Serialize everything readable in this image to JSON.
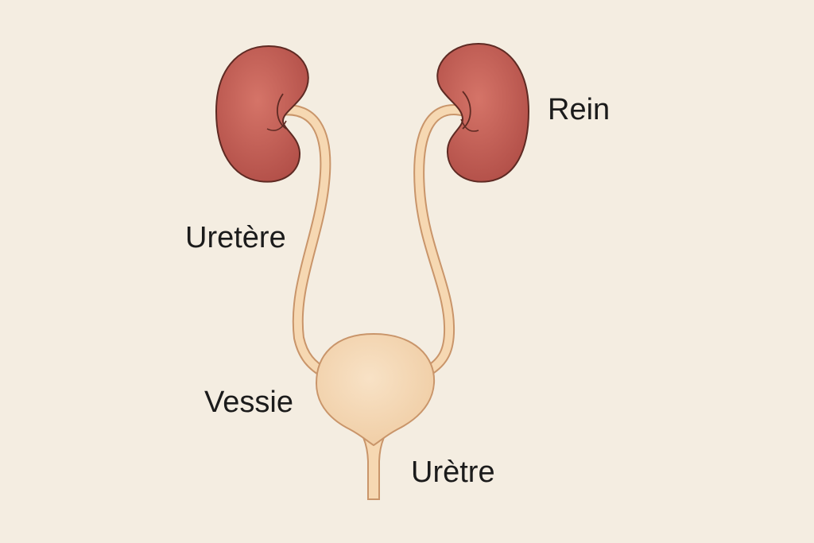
{
  "labels": {
    "kidney": "Rein",
    "ureter": "Uretère",
    "bladder": "Vessie",
    "urethra": "Urètre"
  },
  "colors": {
    "background": "#f4ede1",
    "kidney_fill": "#bf5a52",
    "kidney_highlight": "#d8786e",
    "outline": "#5e2a23",
    "tube_fill": "#f6d8b2",
    "tube_outline": "#c9956a",
    "bladder_fill": "#f5d9b6"
  }
}
